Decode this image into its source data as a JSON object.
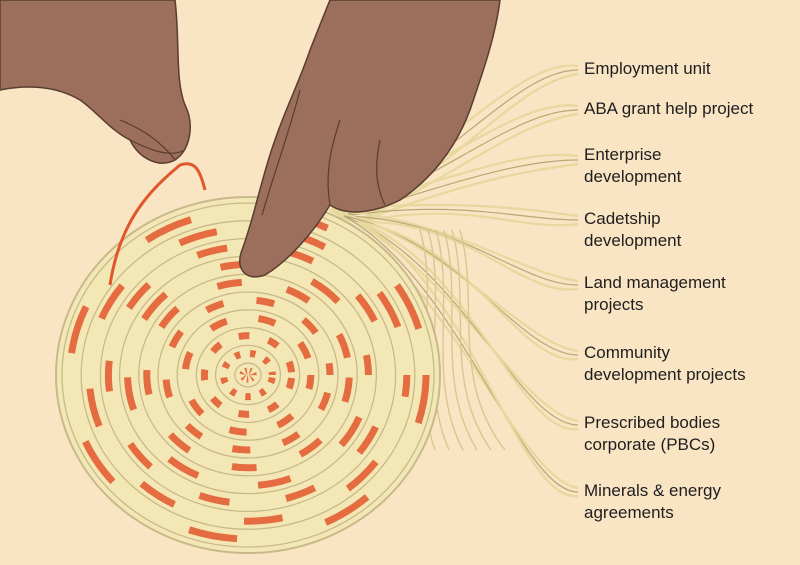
{
  "palette": {
    "background": "#f9e4c4",
    "skin": "#9c6f5c",
    "skin_dark": "#6e4b3d",
    "fibre": "#f3e8b5",
    "fibre_line": "#c9b98a",
    "accent_red": "#e1562b",
    "text": "#1e1e1e"
  },
  "illustration": {
    "subject": "hands-weaving-coiled-basket-icon",
    "elements": [
      "left-hand-icon",
      "right-hand-icon",
      "coiled-basket-icon",
      "loose-fibre-strands-icon"
    ]
  },
  "labels": [
    "Employment unit",
    "ABA grant help project",
    "Enterprise\ndevelopment",
    "Cadetship\ndevelopment",
    "Land management\nprojects",
    "Community\ndevelopment projects",
    "Prescribed bodies\ncorporate (PBCs)",
    "Minerals & energy\nagreements"
  ]
}
